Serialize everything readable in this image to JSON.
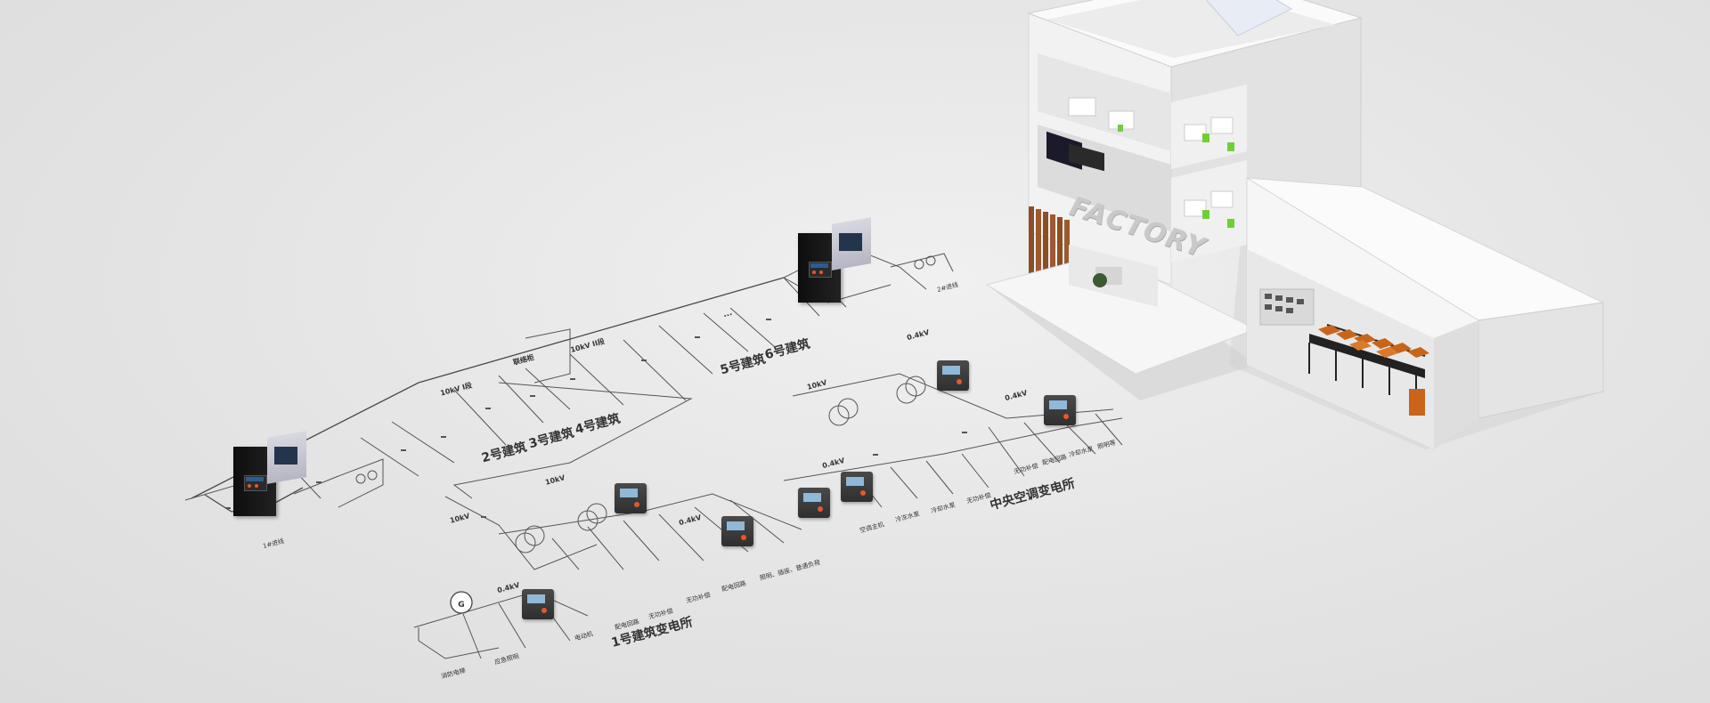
{
  "diagram": {
    "substation_label": "1号建筑变电所",
    "hvac_label": "中央空调变电所",
    "buildings": [
      "2号建筑",
      "3号建筑",
      "4号建筑",
      "5号建筑",
      "6号建筑"
    ],
    "bus_labels": {
      "bus_10kv_1": "10kV I段",
      "bus_10kv_2": "10kV II段",
      "tie": "联络柜",
      "kv10_a": "10kV",
      "kv10_b": "10kV",
      "kv10_c": "10kV",
      "lv_a": "0.4kV",
      "lv_b": "0.4kV",
      "lv_c": "0.4kV",
      "lv_d": "0.4kV",
      "lv_e": "0.4kV",
      "ellipsis": "..."
    },
    "incoming_labels": [
      "1#进线",
      "2#进线"
    ],
    "generator_symbol": "G",
    "feeder_labels_left": [
      "消防电梯",
      "应急照明"
    ],
    "feeder_labels_main": [
      "电动机",
      "配电回路",
      "无功补偿",
      "无功补偿",
      "配电回路",
      "照明、插座、普通负荷"
    ],
    "feeder_labels_hvac": [
      "空调主机",
      "冷冻水泵",
      "冷却水泵",
      "无功补偿",
      "无功补偿",
      "配电回路",
      "冷却水泵",
      "照明等"
    ],
    "factory_sign": "FACTORY"
  }
}
